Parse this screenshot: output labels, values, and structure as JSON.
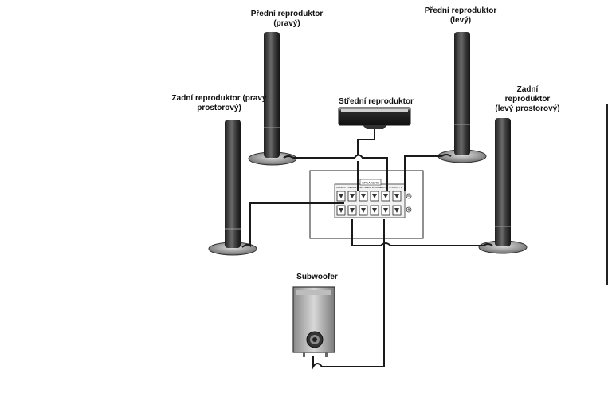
{
  "labels": {
    "front_right": {
      "line1": "Přední reproduktor",
      "line2": "(pravý)"
    },
    "front_left": {
      "line1": "Přední reproduktor",
      "line2": "(levý)"
    },
    "rear_right": {
      "line1": "Zadní reproduktor (pravý",
      "line2": "prostorový)"
    },
    "rear_left": {
      "line1": "Zadní",
      "line2": "reproduktor",
      "line3": "(levý prostorový)"
    },
    "center": "Střední reproduktor",
    "subwoofer": "Subwoofer"
  },
  "panel": {
    "header": "SPEAKERS",
    "terminals": [
      "REAR R",
      "REAR L",
      "CENTER",
      "SUB WOOFER",
      "FRONT R",
      "FRONT L"
    ]
  },
  "colors": {
    "line": "#1a1a1a",
    "speaker_dark": "#2b2b2b",
    "speaker_light": "#8a8a8a"
  }
}
